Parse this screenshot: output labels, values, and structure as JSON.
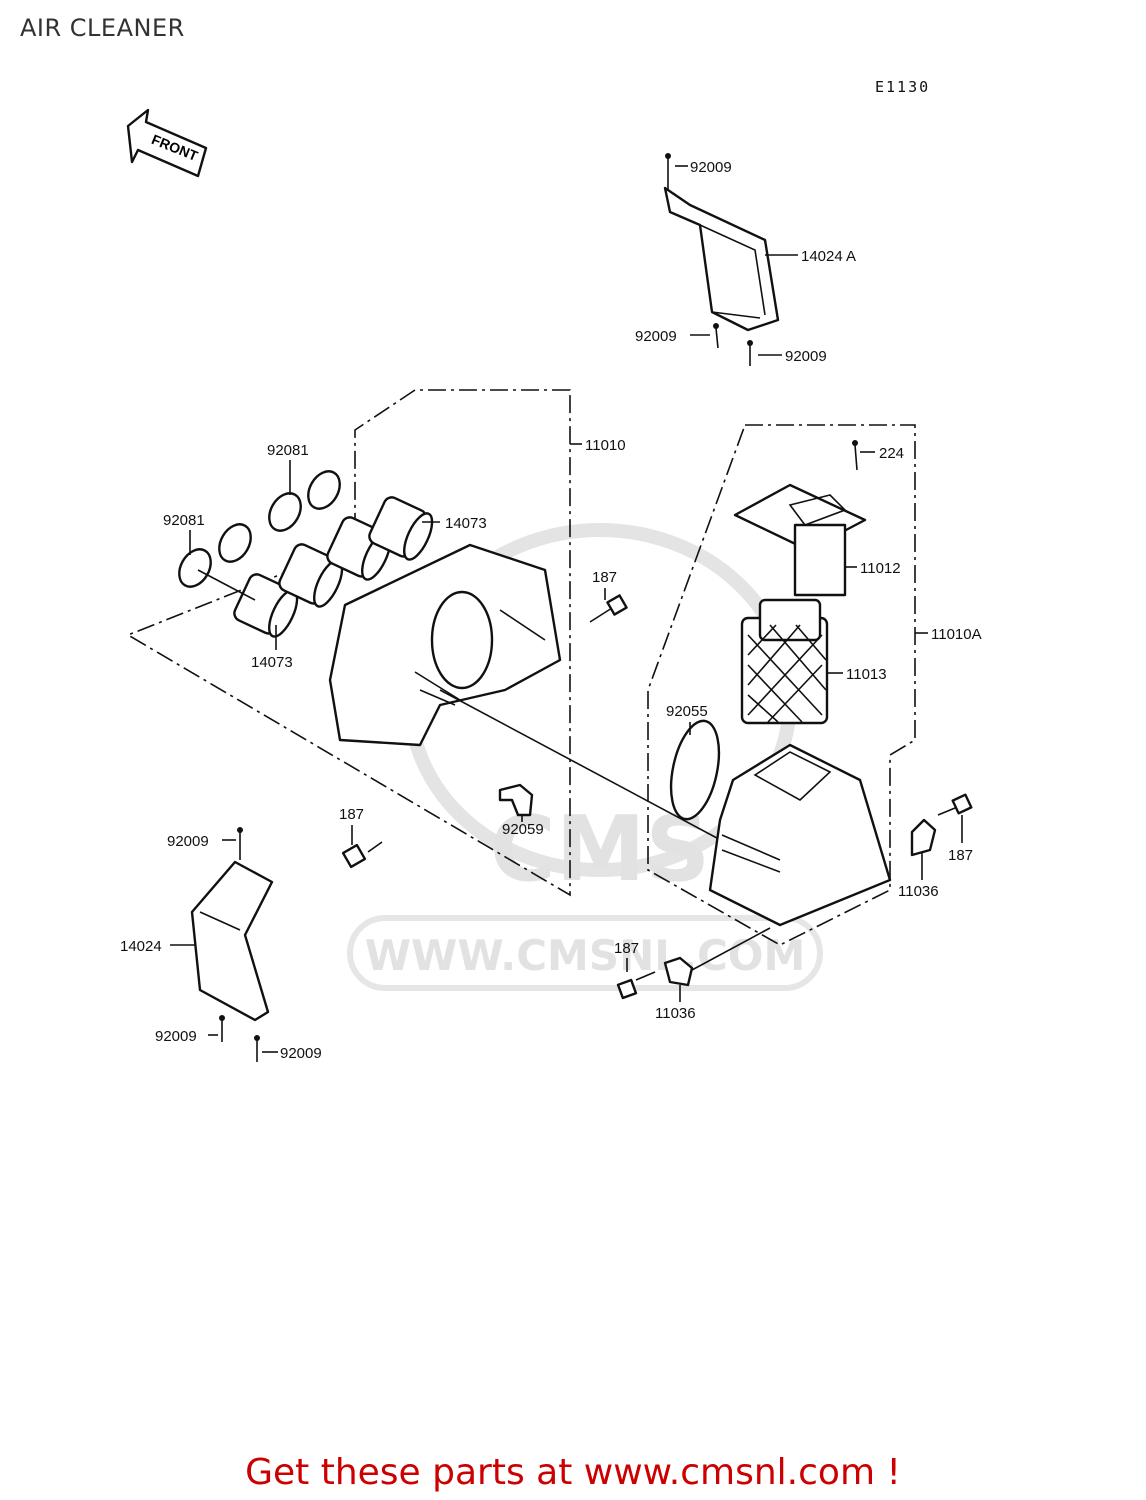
{
  "title": "AIR CLEANER",
  "diagram_code": "E1130",
  "front_arrow_label": "FRONT",
  "watermark": {
    "logo": "CMS",
    "url": "WWW.CMSNL.COM"
  },
  "footer": "Get these parts at www.cmsnl.com !",
  "labels": {
    "l92009_top": "92009",
    "l14024a": "14024 A",
    "l92009_mid_left": "92009",
    "l92009_mid_right": "92009",
    "l11010": "11010",
    "l92081_top": "92081",
    "l92081_left": "92081",
    "l14073_top": "14073",
    "l14073_bottom": "14073",
    "l187_upper": "187",
    "l224": "224",
    "l11012": "11012",
    "l11010a": "11010A",
    "l11013": "11013",
    "l92055": "92055",
    "l92059": "92059",
    "l187_lower": "187",
    "l92009_cover_top": "92009",
    "l14024": "14024",
    "l92009_cover_bl": "92009",
    "l92009_cover_br": "92009",
    "l187_right": "187",
    "l11036_right": "11036",
    "l187_bottom": "187",
    "l11036_bottom": "11036"
  }
}
